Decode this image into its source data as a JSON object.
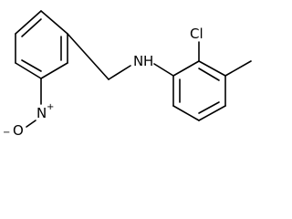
{
  "molecule": {
    "atoms": {
      "amine": "N",
      "amine_h": "H",
      "chloro": "Cl",
      "nitro_n": "N",
      "nitro_n_charge": "+",
      "nitro_o": "O",
      "nitro_o_charge": "−"
    },
    "colors": {
      "bond": "#000000",
      "text": "#000000",
      "background": "#ffffff"
    }
  }
}
